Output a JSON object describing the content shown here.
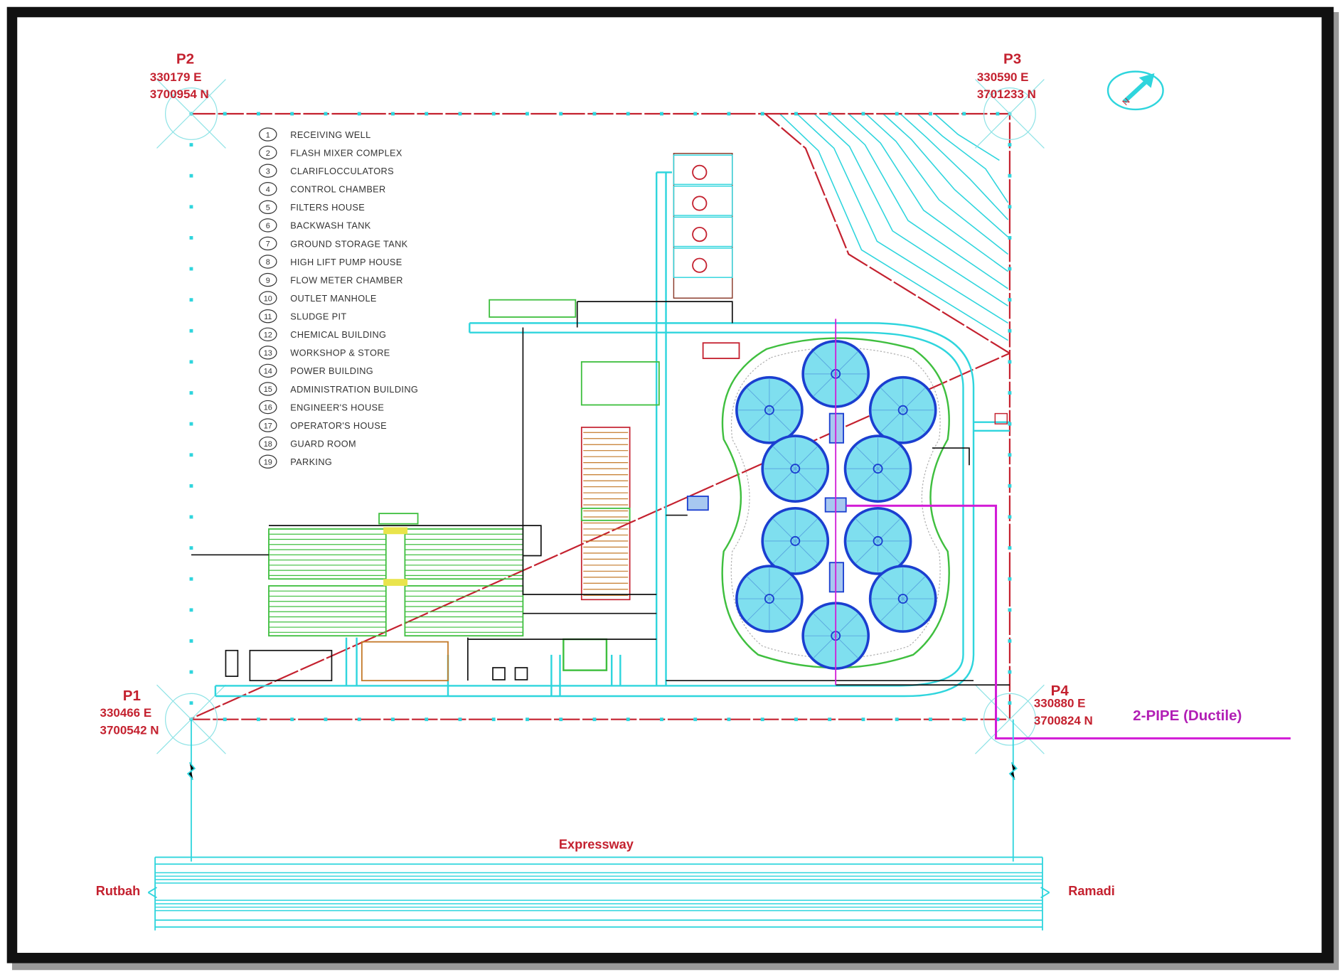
{
  "legend": {
    "items": [
      {
        "num": "1",
        "label": "RECEIVING WELL"
      },
      {
        "num": "2",
        "label": "FLASH MIXER COMPLEX"
      },
      {
        "num": "3",
        "label": "CLARIFLOCCULATORS"
      },
      {
        "num": "4",
        "label": "CONTROL CHAMBER"
      },
      {
        "num": "5",
        "label": "FILTERS HOUSE"
      },
      {
        "num": "6",
        "label": "BACKWASH TANK"
      },
      {
        "num": "7",
        "label": "GROUND STORAGE TANK"
      },
      {
        "num": "8",
        "label": "HIGH LIFT PUMP HOUSE"
      },
      {
        "num": "9",
        "label": "FLOW METER CHAMBER"
      },
      {
        "num": "10",
        "label": "OUTLET MANHOLE"
      },
      {
        "num": "11",
        "label": "SLUDGE PIT"
      },
      {
        "num": "12",
        "label": "CHEMICAL BUILDING"
      },
      {
        "num": "13",
        "label": "WORKSHOP & STORE"
      },
      {
        "num": "14",
        "label": "POWER BUILDING"
      },
      {
        "num": "15",
        "label": "ADMINISTRATION BUILDING"
      },
      {
        "num": "16",
        "label": "ENGINEER'S HOUSE"
      },
      {
        "num": "17",
        "label": "OPERATOR'S HOUSE"
      },
      {
        "num": "18",
        "label": "GUARD ROOM"
      },
      {
        "num": "19",
        "label": "PARKING"
      }
    ]
  },
  "corners": {
    "p1": {
      "name": "P1",
      "east": "330466 E",
      "north": "3700542 N"
    },
    "p2": {
      "name": "P2",
      "east": "330179 E",
      "north": "3700954 N"
    },
    "p3": {
      "name": "P3",
      "east": "330590 E",
      "north": "3701233 N"
    },
    "p4": {
      "name": "P4",
      "east": "330880 E",
      "north": "3700824 N"
    }
  },
  "roads": {
    "expressway": "Expressway",
    "west": "Rutbah",
    "east": "Ramadi"
  },
  "pipe": {
    "label": "2-PIPE (Ductile)"
  },
  "north_arrow": {
    "label": "N"
  },
  "colors": {
    "boundary": "#c4212f",
    "road": "#2fd5dd",
    "pipe": "#d21ad6",
    "structure": "#3fbf3f",
    "tank": "#7fdfef"
  }
}
